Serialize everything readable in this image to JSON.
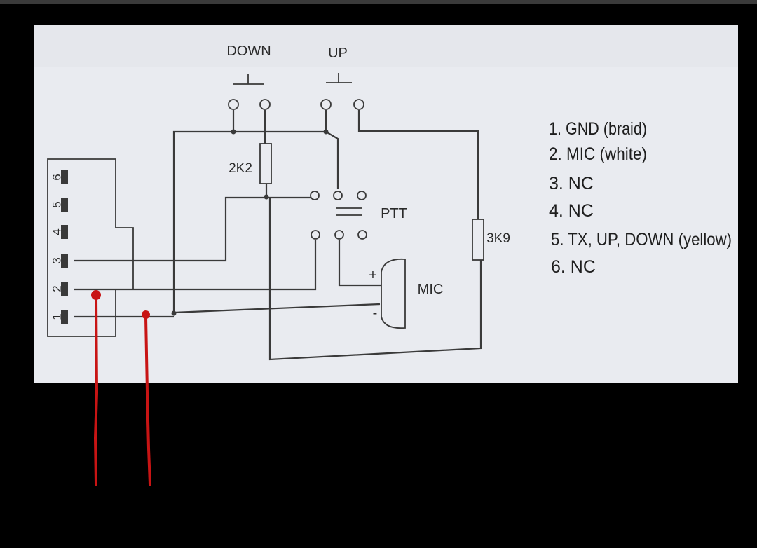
{
  "labels": {
    "down": "DOWN",
    "up": "UP",
    "r1": "2K2",
    "r2": "3K9",
    "ptt": "PTT",
    "mic": "MIC",
    "plus": "+",
    "minus": "-"
  },
  "pins": [
    "1",
    "2",
    "3",
    "4",
    "5",
    "6"
  ],
  "legend": [
    "1. GND (braid)",
    "2. MIC (white)",
    "3. NC",
    "4. NC",
    "5. TX, UP, DOWN (yellow)",
    "6. NC"
  ],
  "colors": {
    "paper": "#e9ebf0",
    "ink": "#3a3a3a",
    "annotation": "#c81414"
  }
}
